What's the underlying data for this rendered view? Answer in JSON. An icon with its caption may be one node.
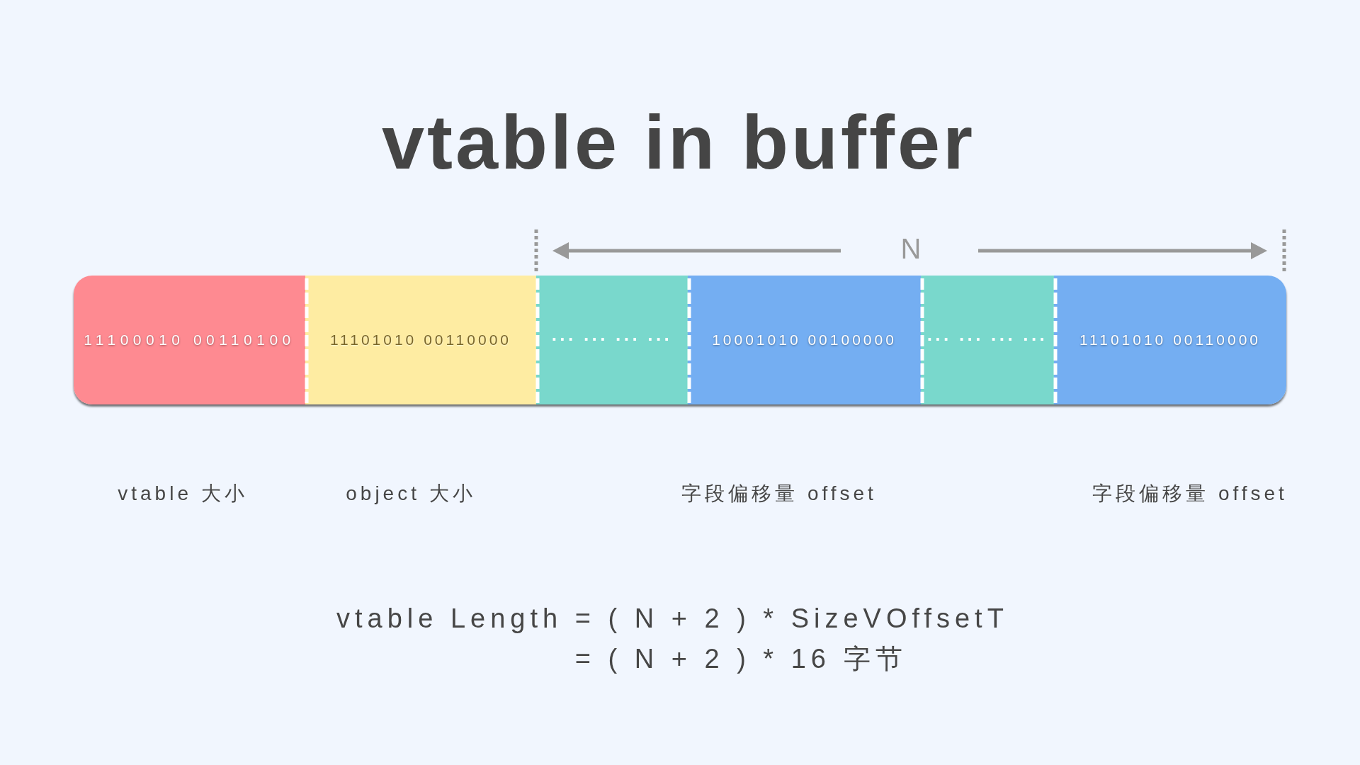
{
  "diagram": {
    "title": "vtable in buffer",
    "nodes": [
      {
        "text": [
          "11100010 00110100"
        ],
        "beside": [
          "vtable 大小"
        ]
      },
      {
        "text": [
          "11101010 00110000"
        ],
        "beside": [
          "object 大小"
        ]
      },
      {
        "text": [
          "··· ··· ··· ···"
        ]
      },
      {
        "text": [
          "10001010 00100000"
        ],
        "beside": [
          "字段偏移量 offset"
        ]
      },
      {
        "text": [
          "··· ··· ··· ···"
        ]
      },
      {
        "text": [
          "11101010 00110000"
        ],
        "beside": [
          "字段偏移量 offset"
        ]
      }
    ],
    "labels": [
      "N",
      "vtable Length = ( N + 2 ) * SizeVOffsetT",
      "= ( N + 2 ) * 16 字节"
    ]
  }
}
